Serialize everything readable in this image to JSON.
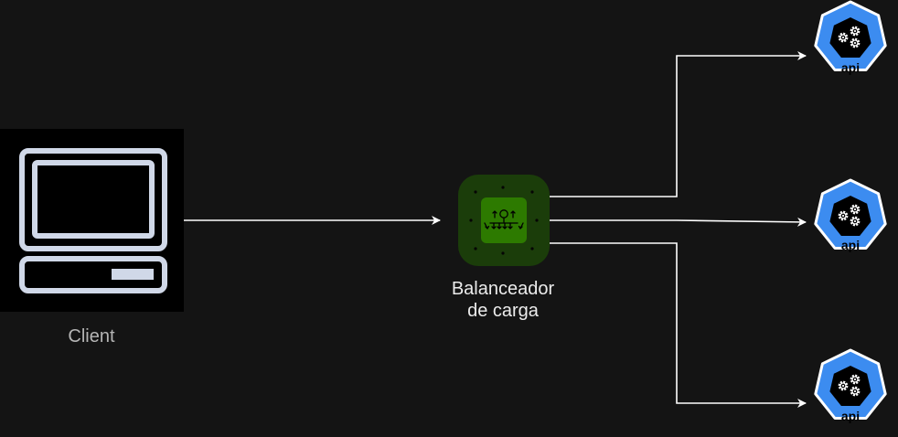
{
  "nodes": {
    "client": {
      "label": "Client",
      "icon": "desktop-computer-icon"
    },
    "load_balancer": {
      "label_line1": "Balanceador",
      "label_line2": "de carga",
      "icon": "load-balancer-icon"
    },
    "apis": [
      {
        "label": "api",
        "icon": "kubernetes-api-icon"
      },
      {
        "label": "api",
        "icon": "kubernetes-api-icon"
      },
      {
        "label": "api",
        "icon": "kubernetes-api-icon"
      }
    ]
  },
  "edges": [
    {
      "from": "client",
      "to": "load_balancer"
    },
    {
      "from": "load_balancer",
      "to": "api-1"
    },
    {
      "from": "load_balancer",
      "to": "api-2"
    },
    {
      "from": "load_balancer",
      "to": "api-3"
    }
  ],
  "colors": {
    "background": "#141414",
    "connector": "#ffffff",
    "client_icon": "#d0d8e8",
    "lb_outer": "#1b3d0a",
    "lb_inner": "#2d7a00",
    "api_fill": "#3c8cf0"
  }
}
